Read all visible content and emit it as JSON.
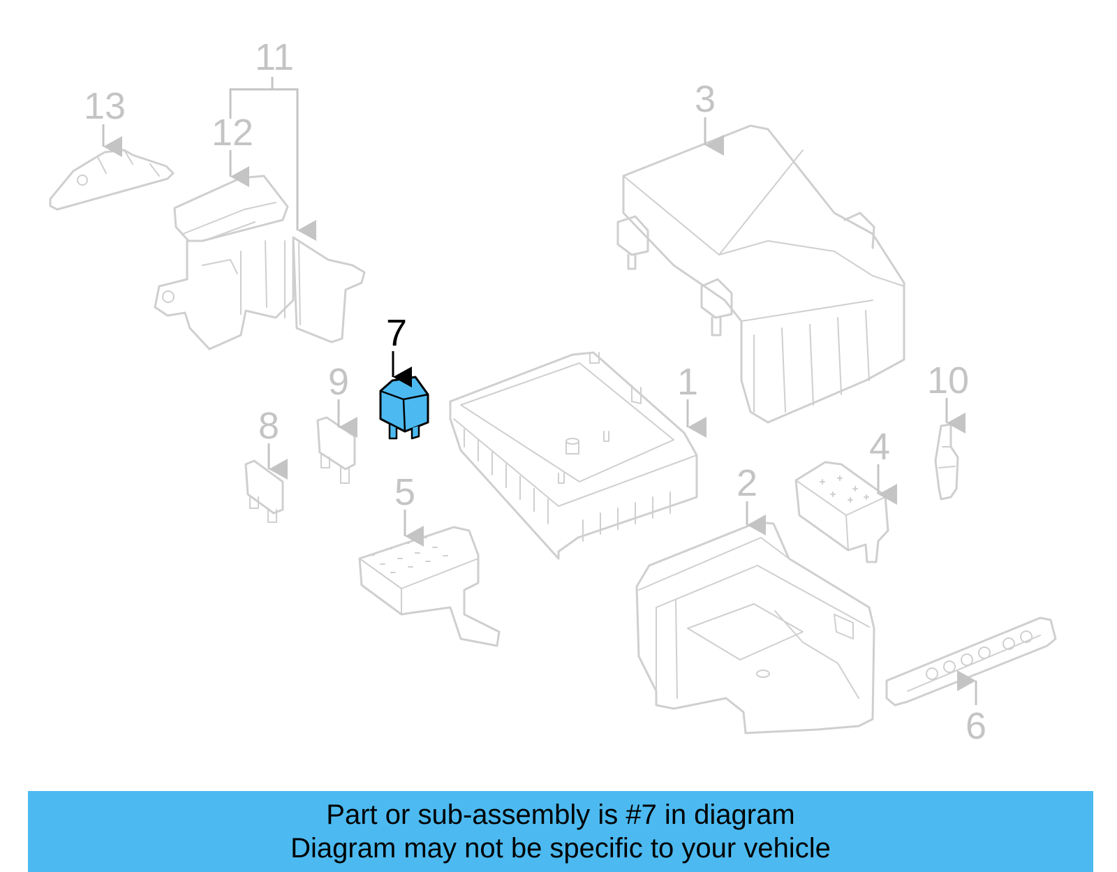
{
  "colors": {
    "highlight": "#4cbaf0",
    "muted": "#c4c4c4",
    "line": "#cfcfcf",
    "banner": "#4cbaf0"
  },
  "highlighted_part": "7",
  "callouts": {
    "c1": "1",
    "c2": "2",
    "c3": "3",
    "c4": "4",
    "c5": "5",
    "c6": "6",
    "c7": "7",
    "c8": "8",
    "c9": "9",
    "c10": "10",
    "c11": "11",
    "c12": "12",
    "c13": "13"
  },
  "banner": {
    "line1": "Part or sub-assembly is #7 in diagram",
    "line2": "Diagram may not be specific to your vehicle"
  }
}
